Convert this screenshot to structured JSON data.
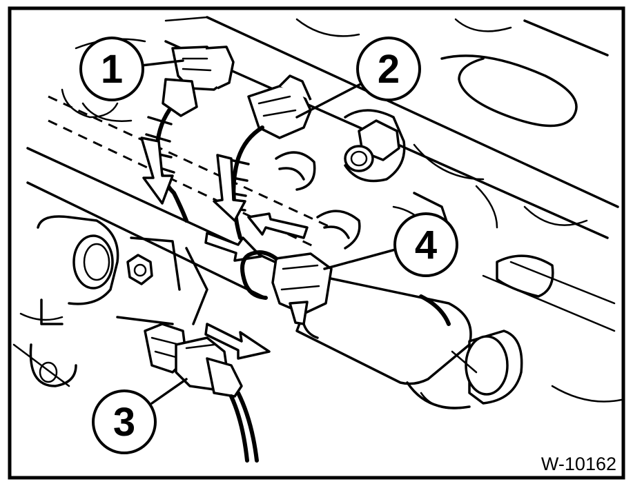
{
  "figure": {
    "callouts": [
      {
        "label": "1"
      },
      {
        "label": "2"
      },
      {
        "label": "3"
      },
      {
        "label": "4"
      }
    ],
    "figure_code": "W-10162"
  }
}
